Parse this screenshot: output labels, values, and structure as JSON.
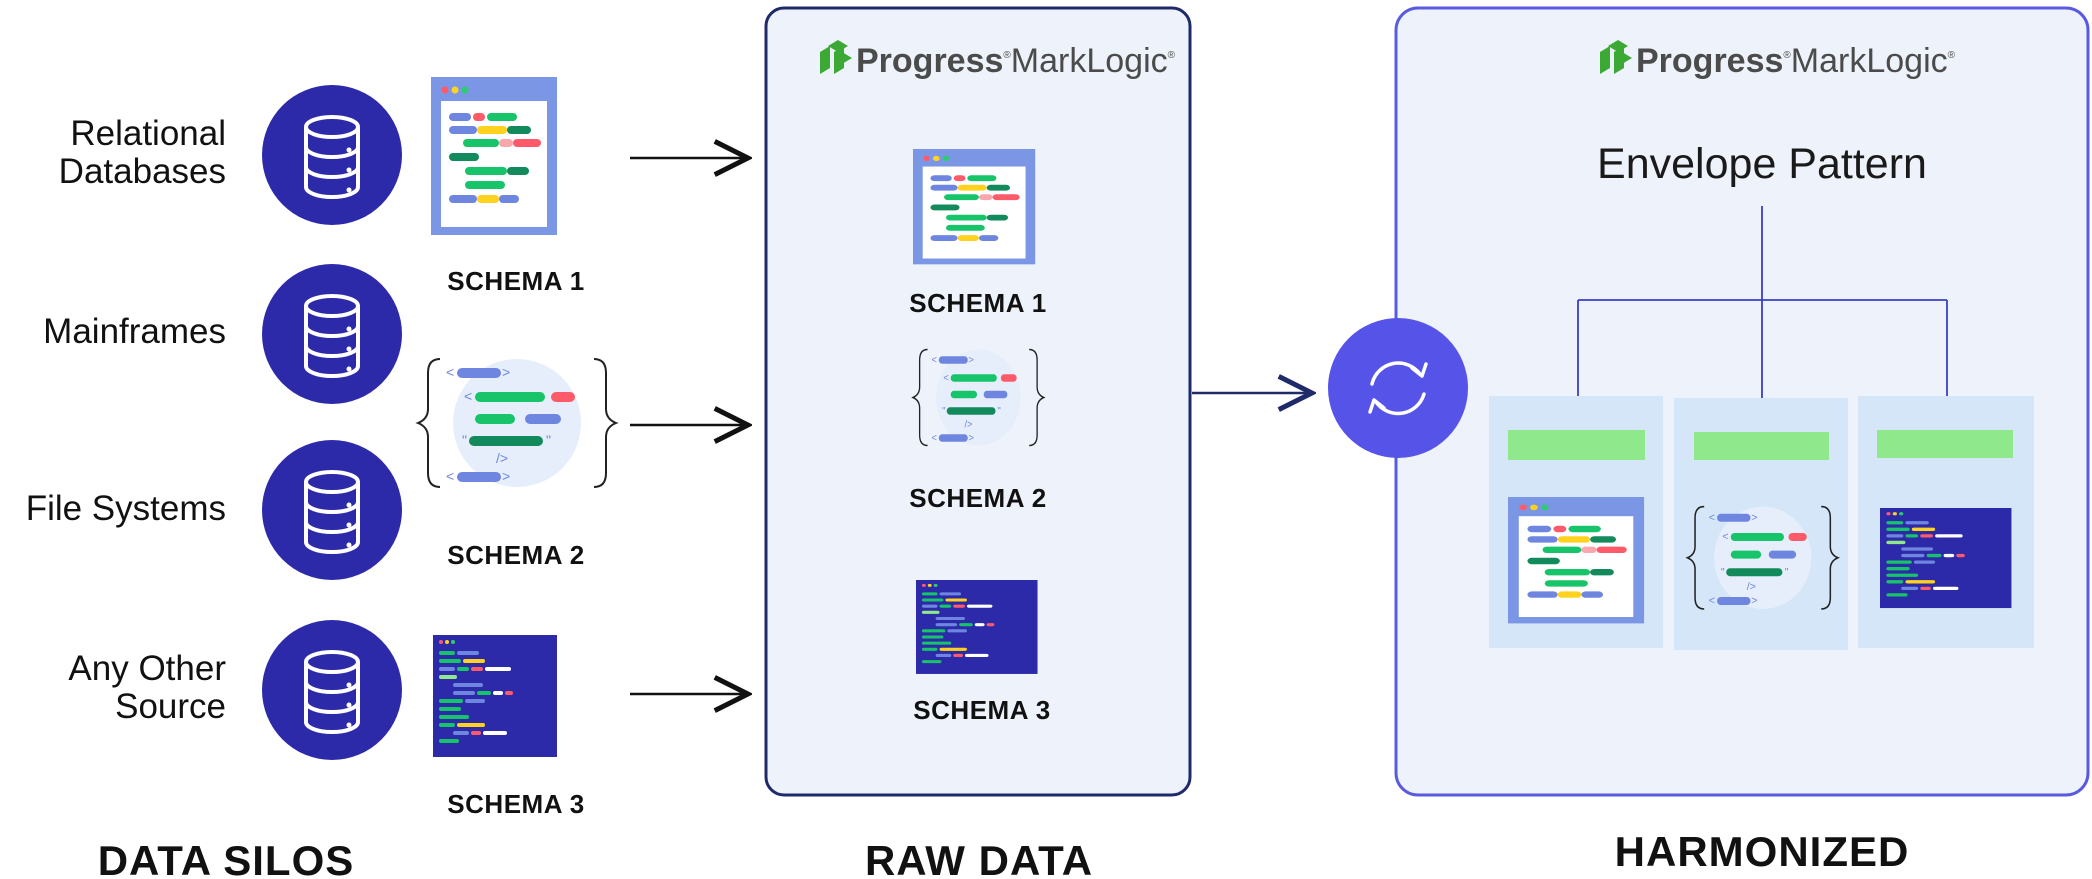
{
  "sources": [
    {
      "label_lines": [
        "Relational",
        "Databases"
      ],
      "icon": "database-icon"
    },
    {
      "label_lines": [
        "Mainframes"
      ],
      "icon": "database-icon"
    },
    {
      "label_lines": [
        "File Systems"
      ],
      "icon": "database-icon"
    },
    {
      "label_lines": [
        "Any Other",
        "Source"
      ],
      "icon": "database-icon"
    }
  ],
  "schemas": {
    "schema1": "SCHEMA 1",
    "schema2": "SCHEMA 2",
    "schema3": "SCHEMA 3"
  },
  "raw_panel": {
    "brand_main": "Progress",
    "brand_product": "MarkLogic",
    "brand_reg": "®"
  },
  "harmonized_panel": {
    "brand_main": "Progress",
    "brand_product": "MarkLogic",
    "brand_reg": "®",
    "title": "Envelope Pattern",
    "sync_icon": "refresh-sync-icon"
  },
  "sections": {
    "silos": "DATA SILOS",
    "raw": "RAW DATA",
    "harmonized": "HARMONIZED"
  },
  "colors": {
    "navy": "#2c2aa8",
    "sync_blue": "#5654e8",
    "panel_fill": "#eef3fb",
    "raw_border": "#1f2a6b",
    "harm_border": "#5a5ae0",
    "card_fill": "#d4e6f7",
    "green_bar": "#8fe88c",
    "brand_green": "#3da935"
  }
}
